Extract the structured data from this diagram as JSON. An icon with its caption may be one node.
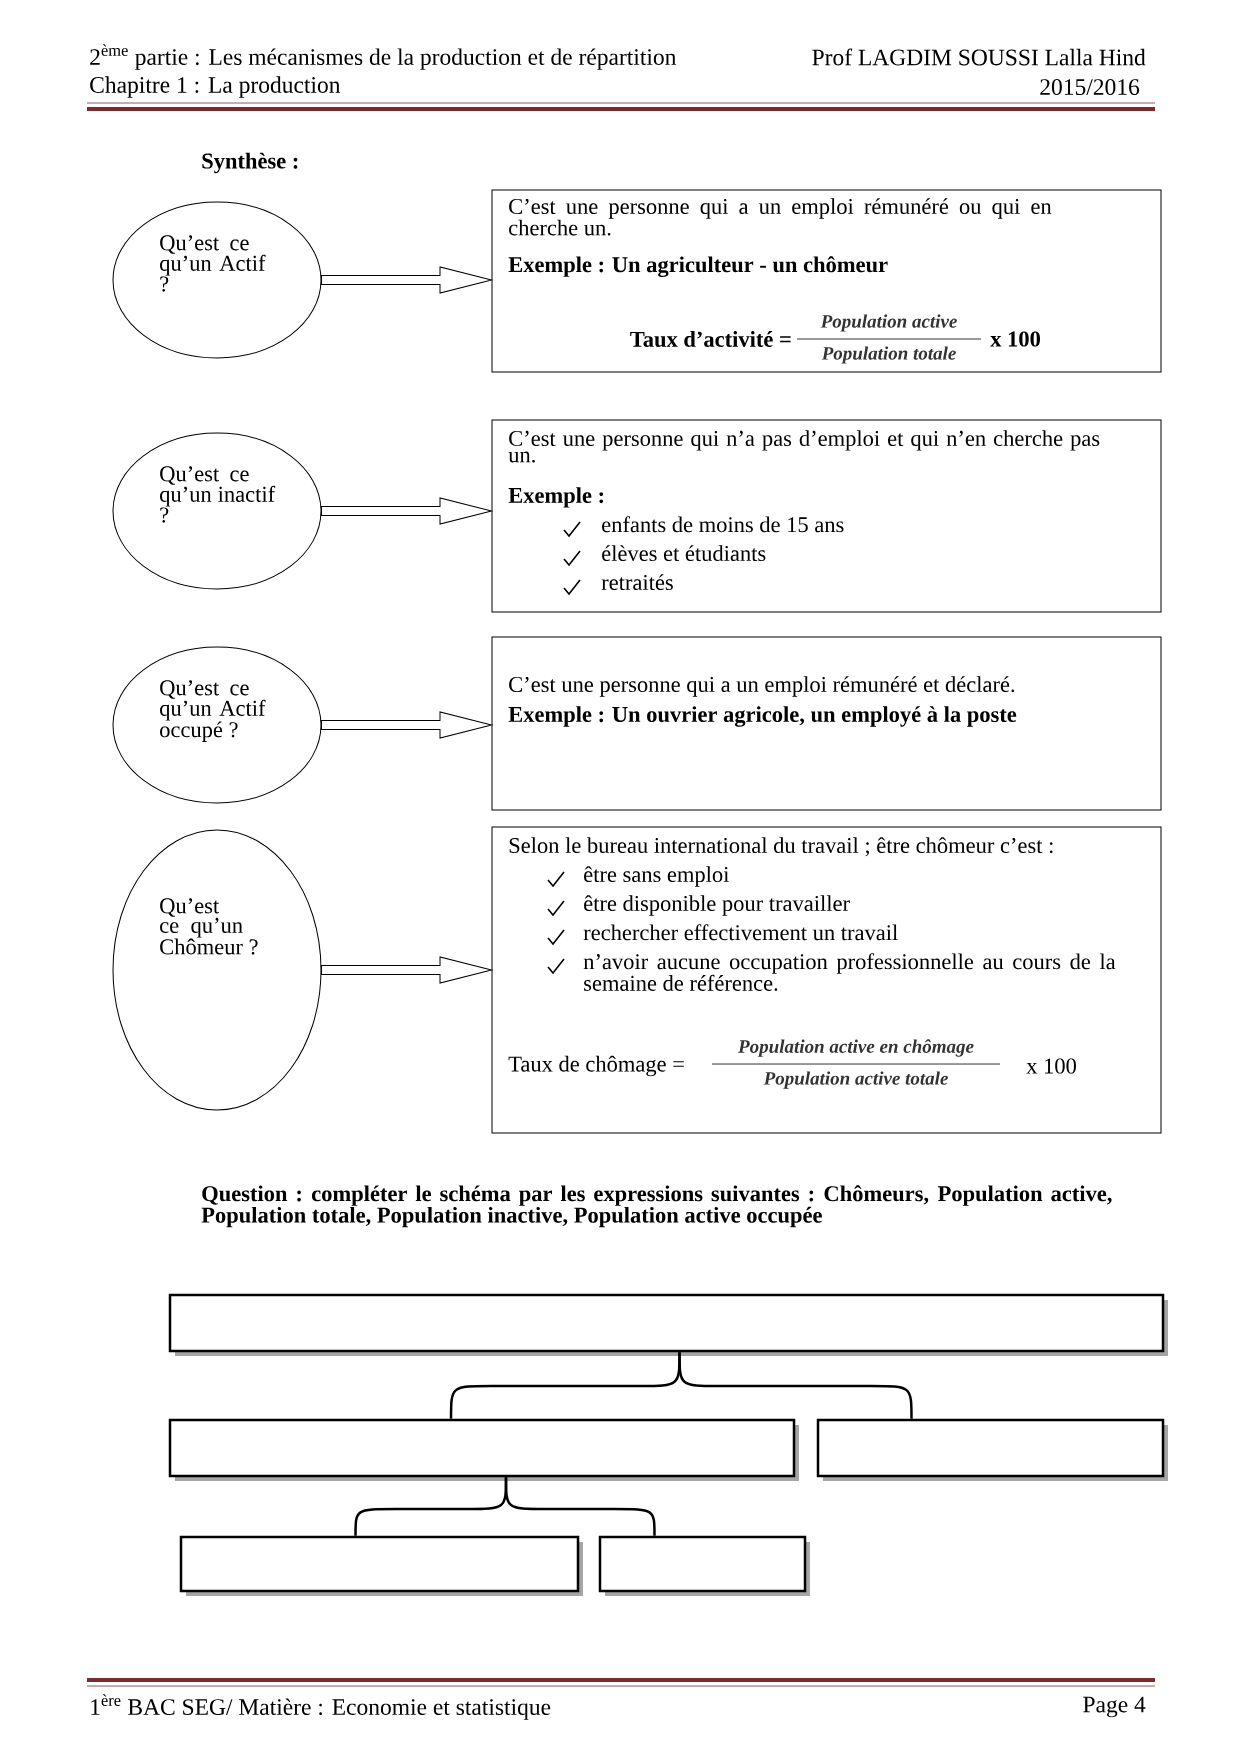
{
  "diagram": {
    "nodes": [
      {
        "text": [
          "Qu’est ce qu’un Actif ?"
        ]
      },
      {
        "text": [
          "C’est une personne qui a un emploi rémunéré ou qui en cherche un.",
          "Exemple : Un agriculteur  - un chômeur",
          "Taux d’activité =",
          "Population active",
          "Population totale",
          "x 100"
        ]
      },
      {
        "text": [
          "Qu’est ce qu’un inactif ?"
        ]
      },
      {
        "text": [
          "C’est une personne qui n’a pas d’emploi et qui n’en cherche pas un.",
          "Exemple :",
          "enfants de moins de 15 ans",
          "élèves et étudiants",
          "retraités"
        ]
      },
      {
        "text": [
          "Qu’est ce qu’un Actif occupé ?"
        ]
      },
      {
        "text": [
          "C’est une personne qui a un emploi rémunéré et déclaré.",
          "Exemple : Un ouvrier agricole, un employé à la poste"
        ]
      },
      {
        "text": [
          "Qu’est ce qu’un Chômeur ?"
        ]
      },
      {
        "text": [
          "Selon le bureau international du travail ; être chômeur c’est :",
          "être sans emploi",
          "être disponible pour travailler",
          "rechercher effectivement un travail",
          "n’avoir aucune occupation professionnelle au cours de la semaine de référence.",
          "Taux de chômage =",
          "Population active en chômage",
          "Population active totale",
          "x 100"
        ]
      },
      {
        "text": [],
        "shape": "box"
      },
      {
        "text": [],
        "shape": "box"
      },
      {
        "text": [],
        "shape": "box"
      },
      {
        "text": [],
        "shape": "box"
      },
      {
        "text": [],
        "shape": "box"
      }
    ],
    "edges": [
      {
        "from": 0,
        "to": 1,
        "arrow": "to"
      },
      {
        "from": 2,
        "to": 3,
        "arrow": "to"
      },
      {
        "from": 4,
        "to": 5,
        "arrow": "to"
      },
      {
        "from": 6,
        "to": 7,
        "arrow": "to"
      },
      {
        "from": 8,
        "to": 9,
        "arrow": "none"
      },
      {
        "from": 8,
        "to": 10,
        "arrow": "none"
      },
      {
        "from": 9,
        "to": 11,
        "arrow": "none"
      },
      {
        "from": 9,
        "to": 12,
        "arrow": "none"
      }
    ],
    "labels": [
      "2$^{ème}$ partie : Les mécanismes de la production et de répartition",
      "Prof  LAGDIM SOUSSI Lalla Hind",
      "Chapitre 1 : La production",
      "2015/2016",
      "Synthèse :",
      "Question : compléter le schéma par les expressions suivantes : Chômeurs, Population active, Population totale, Population inactive, Population active occupée",
      "1$^{ère}$ BAC SEG/ Matière : Economie et statistique",
      "Page 4"
    ]
  }
}
